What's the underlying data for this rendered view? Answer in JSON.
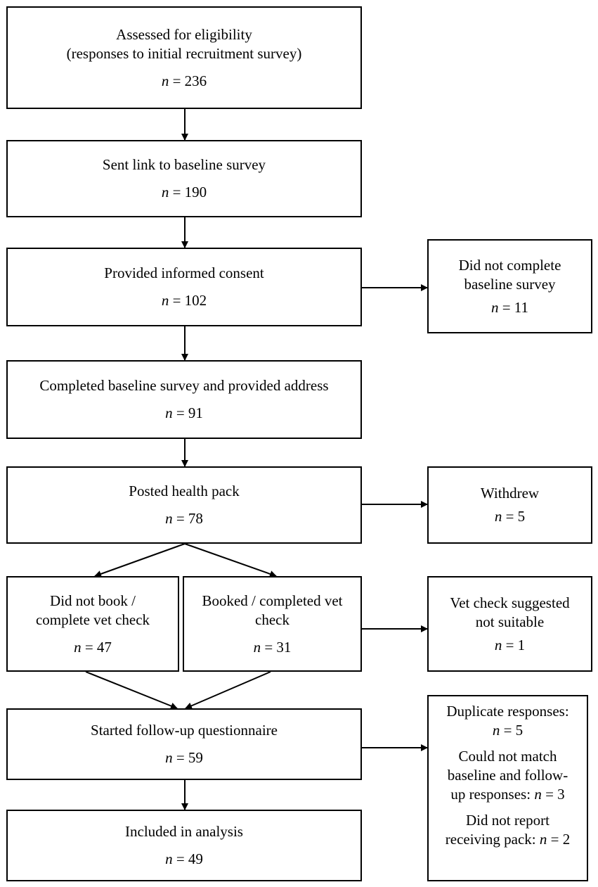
{
  "boxes": {
    "assessed": {
      "lines": [
        "Assessed for eligibility",
        "(responses to initial recruitment survey)"
      ],
      "n_label": "n",
      "n_value": "236"
    },
    "sent_link": {
      "lines": [
        "Sent link to baseline survey"
      ],
      "n_label": "n",
      "n_value": "190"
    },
    "consent": {
      "lines": [
        "Provided informed consent"
      ],
      "n_label": "n",
      "n_value": "102"
    },
    "not_complete": {
      "lines": [
        "Did not complete",
        "baseline survey"
      ],
      "n_label": "n",
      "n_value": "11"
    },
    "completed_baseline": {
      "lines": [
        "Completed baseline survey and provided address"
      ],
      "n_label": "n",
      "n_value": "91"
    },
    "posted": {
      "lines": [
        "Posted health pack"
      ],
      "n_label": "n",
      "n_value": "78"
    },
    "withdrew": {
      "lines": [
        "Withdrew"
      ],
      "n_label": "n",
      "n_value": "5"
    },
    "no_vet": {
      "lines": [
        "Did not book /",
        "complete vet check"
      ],
      "n_label": "n",
      "n_value": "47"
    },
    "booked_vet": {
      "lines": [
        "Booked / completed vet",
        "check"
      ],
      "n_label": "n",
      "n_value": "31"
    },
    "vet_unsuitable": {
      "lines": [
        "Vet check suggested",
        "not suitable"
      ],
      "n_label": "n",
      "n_value": "1"
    },
    "started_followup": {
      "lines": [
        "Started follow-up questionnaire"
      ],
      "n_label": "n",
      "n_value": "59"
    },
    "included": {
      "lines": [
        "Included in analysis"
      ],
      "n_label": "n",
      "n_value": "49"
    },
    "exclusions": {
      "dup_line": "Duplicate responses:",
      "dup_n_label": "n",
      "dup_n_value": "5",
      "match_lines": [
        "Could not match",
        "baseline and follow-",
        "up responses:"
      ],
      "match_n_label": "n",
      "match_n_value": "3",
      "pack_lines": [
        "Did not report",
        "receiving pack:"
      ],
      "pack_n_label": "n",
      "pack_n_value": "2"
    }
  }
}
